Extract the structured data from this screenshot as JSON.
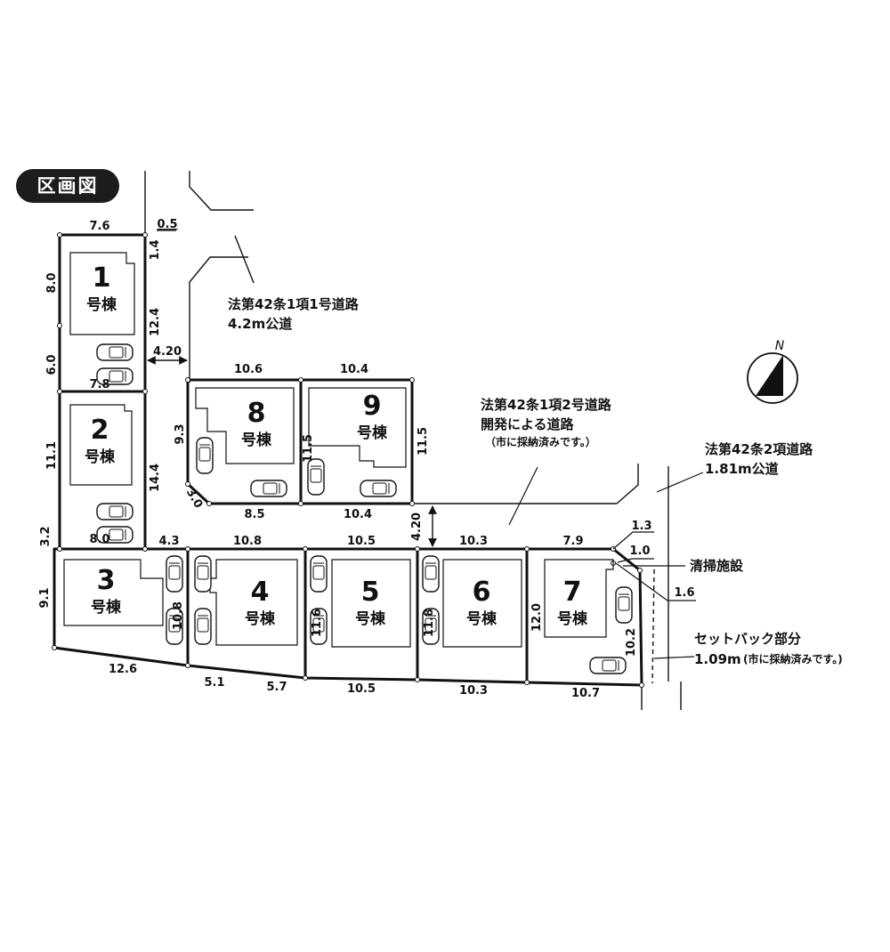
{
  "title": "区画図",
  "lots": [
    {
      "no": "1",
      "label": "号棟"
    },
    {
      "no": "2",
      "label": "号棟"
    },
    {
      "no": "3",
      "label": "号棟"
    },
    {
      "no": "4",
      "label": "号棟"
    },
    {
      "no": "5",
      "label": "号棟"
    },
    {
      "no": "6",
      "label": "号棟"
    },
    {
      "no": "7",
      "label": "号棟"
    },
    {
      "no": "8",
      "label": "号棟"
    },
    {
      "no": "9",
      "label": "号棟"
    }
  ],
  "roads": {
    "road1": {
      "line1": "法第42条1項1号道路",
      "line2": "4.2m公道"
    },
    "road2": {
      "line1": "法第42条1項2号道路",
      "line2": "開発による道路",
      "line3": "（市に採納済みです。）"
    },
    "road3": {
      "line1": "法第42条2項道路",
      "line2": "1.81m公道"
    }
  },
  "facility": "清掃施設",
  "setback": {
    "line1": "セットバック部分",
    "line2": "1.09m",
    "line2_note": "(市に採納済みです。)"
  },
  "north": "N",
  "dimensions": {
    "d76": "7.6",
    "d05": "0.5",
    "d14": "1.4",
    "d80a": "8.0",
    "d124": "12.4",
    "d60": "6.0",
    "d78": "7.8",
    "d420a": "4.20",
    "d111": "11.1",
    "d144": "14.4",
    "d32": "3.2",
    "d80b": "8.0",
    "d43": "4.3",
    "d108a": "10.8",
    "d105a": "10.5",
    "d103a": "10.3",
    "d79": "7.9",
    "d13": "1.3",
    "d10": "1.0",
    "d16": "1.6",
    "d91": "9.1",
    "d108b": "10.8",
    "d116": "11.6",
    "d118": "11.8",
    "d120": "12.0",
    "d102": "10.2",
    "d126": "12.6",
    "d51": "5.1",
    "d57": "5.7",
    "d105b": "10.5",
    "d103b": "10.3",
    "d107": "10.7",
    "d106": "10.6",
    "d104a": "10.4",
    "d93": "9.3",
    "d115a": "11.5",
    "d115b": "11.5",
    "d30": "3.0",
    "d85": "8.5",
    "d104b": "10.4",
    "d420b": "4.20"
  }
}
